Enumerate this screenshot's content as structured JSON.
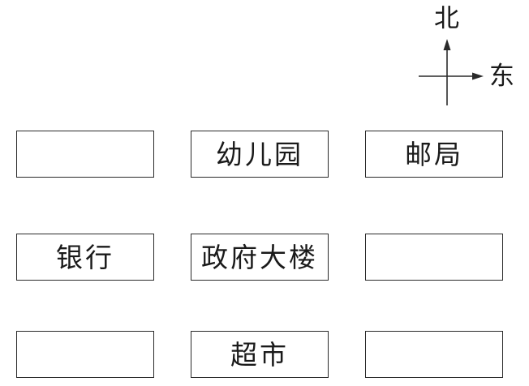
{
  "compass": {
    "north_label": "北",
    "east_label": "东"
  },
  "grid": {
    "rows": [
      {
        "cells": [
          {
            "label": ""
          },
          {
            "label": "幼儿园"
          },
          {
            "label": "邮局"
          }
        ]
      },
      {
        "cells": [
          {
            "label": "银行"
          },
          {
            "label": "政府大楼"
          },
          {
            "label": ""
          }
        ]
      },
      {
        "cells": [
          {
            "label": ""
          },
          {
            "label": "超市"
          },
          {
            "label": ""
          }
        ]
      }
    ]
  },
  "colors": {
    "stroke": "#2a2a2a",
    "text": "#1a1a1a",
    "background": "#ffffff"
  }
}
